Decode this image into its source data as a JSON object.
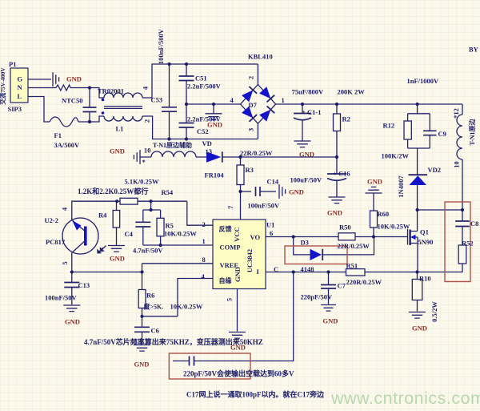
{
  "colors": {
    "background": "#fbf8ec",
    "grid": "#efe8d6",
    "wire": "#23236b",
    "text": "#1b1b66",
    "gnd_text": "#8b2e26",
    "diode": "#1313c8",
    "component_fill": "#fdfdc3",
    "resistor_fill": "#fbf8ec",
    "highlight": "#b0524a",
    "watermark": "#b7d8ae",
    "dot": "#1b1b66"
  },
  "watermark": "www.cntronics.com",
  "corner_text": "BY",
  "gnd": "GND",
  "connector": {
    "ref": "P1",
    "package": "SIP3",
    "pin_g": "G",
    "pin_n": "N",
    "pin_l": "L",
    "rating": "交流75V-400V"
  },
  "input": {
    "ntc": "NTC50",
    "fuse_ref": "F1",
    "fuse_value": "3A/500V",
    "choke_ref": "TR02001",
    "choke_ref2": "L1",
    "choke_pin4": "4",
    "choke_pin2": "2",
    "c53_ref": "C53",
    "c53_value": "100nF/500V",
    "c51_ref": "C51",
    "c51_value": "2.2nF/500V",
    "c52_ref": "C52",
    "c52_value": "2.2nF/500V"
  },
  "bridge": {
    "part": "KBL410",
    "ref": "D7",
    "pin1": "1",
    "pin2": "2",
    "pin3": "3",
    "pin4": "4"
  },
  "bulk": {
    "c11_plus": "+ C1-1",
    "c11_value": "75uF/800V",
    "r2_ref": "R2",
    "r2_value": "200K  2W"
  },
  "clamp": {
    "r12_ref": "R12",
    "r12_value": "100K/2W",
    "c9_ref": "C9",
    "c9_value": "1nF/1000V",
    "vd2_ref": "VD2",
    "vd2_part": "1N4007"
  },
  "aux": {
    "winding_label": "T-N1原边辅助",
    "pin10": "10",
    "pin13": "13",
    "star": "*",
    "vd_ref": "VD",
    "vd_part": "FR104",
    "r3_ref": "R3",
    "r3_value": "22R/0.25W",
    "c14_ref": "C14",
    "c14_value": "100nF/50V",
    "c16_plus": "+ C16",
    "c16_value": "100uF/50V"
  },
  "primary": {
    "winding_label": "T-N1原边",
    "pin12": "*12",
    "pin10": "10"
  },
  "switch": {
    "q1_ref": "Q1",
    "q1_part": "5N90",
    "r60_ref": "R60",
    "r60_value": "10K/0.25W",
    "r50_ref": "R50",
    "r50_value": "22R/0.25W",
    "d3_ref": "D3",
    "d3_part": "4148",
    "r51_ref": "R51",
    "r51_value": "220R/0.25W",
    "c7_ref": "C7",
    "c7_value": "220pF/50V",
    "c8_ref": "C8",
    "r52_ref": "R52",
    "r10_ref": "R10",
    "r10_value": "0.5/2W"
  },
  "ic": {
    "ref": "U1",
    "part": "UC3842",
    "pin_fb": "2",
    "pin_comp": "1",
    "pin_vref": "8",
    "pin_rt": "4",
    "pin_vcc": "7",
    "pin_gnd": "5",
    "pin_out": "6",
    "pin_cs": "C",
    "name_fb": "反馈",
    "name_comp": "COMP",
    "name_vref": "VREF",
    "name_rt": "自缘",
    "name_vcc": "VCC",
    "name_gnd": "GND",
    "name_out": "VO",
    "name_cs": "I"
  },
  "opto": {
    "ref": "U2-2",
    "part": "PC817",
    "pin4": "4",
    "pin5": "5"
  },
  "fb": {
    "r4_ref": "R4",
    "c4_ref": "C4",
    "c4_value": "4.7nF/50V",
    "r5_ref": "R5",
    "r5_value": "10K/0.25W",
    "r54_ref": "R54",
    "r54_value": "5.1K/0.25W",
    "r6_ref": "R6",
    "r6_note": "度>5K.",
    "r6_value": "10K/0.25W",
    "c6_ref": "C6",
    "c13_ref": "C13",
    "c13_value": "100nF/50V"
  },
  "notes": {
    "r4_note": "1.2K和2.2K0.25W都行",
    "freq_note": "4.7nF/50V芯片频率算出来75KHZ，变压器测出来50KHZ",
    "load_note": "220pF/50V会使输出空载达到60多V",
    "c17_note": "C17网上说一通取100pF以内。就在C17旁边"
  }
}
